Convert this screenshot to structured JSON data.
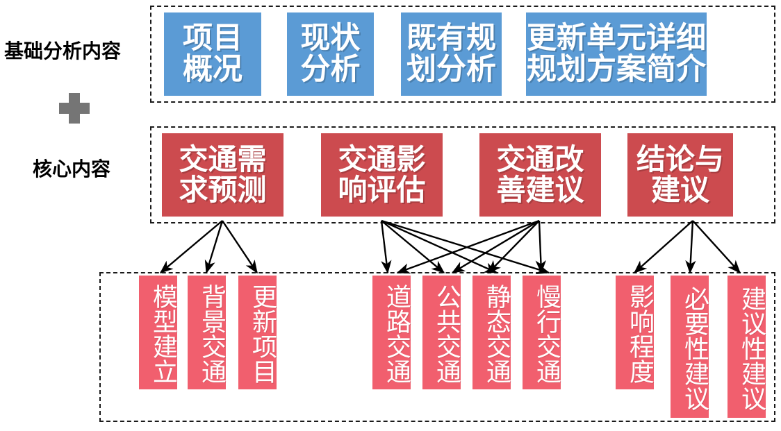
{
  "diagram": {
    "title_rows": [
      {
        "id": "basic",
        "label": "基础分析内容"
      },
      {
        "id": "core",
        "label": "核心内容"
      }
    ],
    "operator": {
      "name": "plus-sign",
      "symbol": "+",
      "color": "#757575"
    },
    "colors": {
      "blue_box": "#5B9BD5",
      "red_box": "#CC4B4F",
      "pink_box": "#F15F6E",
      "border_dashed": "#1A1A1A",
      "text_on_box": "#FFFFFF",
      "label_text": "#000000",
      "arrow": "#000000"
    },
    "basic_row": {
      "boxes": [
        {
          "line1": "项目",
          "line2": "概况"
        },
        {
          "line1": "现状",
          "line2": "分析"
        },
        {
          "line1": "既有规",
          "line2": "划分析"
        },
        {
          "line1": "更新单元详细",
          "line2": "规划方案简介"
        }
      ]
    },
    "core_row": {
      "boxes": [
        {
          "line1": "交通需",
          "line2": "求预测"
        },
        {
          "line1": "交通影",
          "line2": "响评估"
        },
        {
          "line1": "交通改",
          "line2": "善建议"
        },
        {
          "line1": "结论与",
          "line2": "建议"
        }
      ]
    },
    "detail_row": {
      "groups": [
        {
          "group_name": "demand-forecast-details",
          "items": [
            {
              "text": "模型建立"
            },
            {
              "text": "背景交通"
            },
            {
              "text": "更新项目"
            }
          ]
        },
        {
          "group_name": "impact-and-improvement-details",
          "items": [
            {
              "text": "道路交通"
            },
            {
              "text": "公共交通"
            },
            {
              "text": "静态交通"
            },
            {
              "text": "慢行交通"
            }
          ]
        },
        {
          "group_name": "conclusion-details",
          "items": [
            {
              "text": "影响程度"
            },
            {
              "text": "必要性建议"
            },
            {
              "text": "建议性建议"
            }
          ]
        }
      ]
    }
  }
}
